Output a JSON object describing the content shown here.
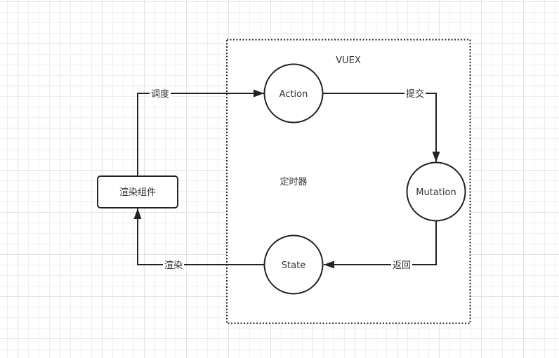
{
  "diagram": {
    "container": {
      "title": "VUEX",
      "inner_label": "定时器"
    },
    "nodes": {
      "action": "Action",
      "mutation": "Mutation",
      "state": "State",
      "render_component": "渲染组件"
    },
    "edges": {
      "dispatch": "调度",
      "commit": "提交",
      "return": "返回",
      "render": "渲染"
    },
    "colors": {
      "stroke": "#222222",
      "text": "#333333",
      "grid_minor": "#efefef",
      "grid_major": "#e2e2e2"
    }
  }
}
